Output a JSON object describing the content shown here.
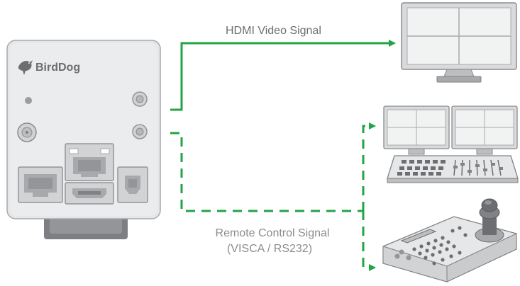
{
  "colors": {
    "signal": "#21a445",
    "device_body": "#e8e9ea",
    "device_edge": "#a7a9ac",
    "screen": "#eaebec",
    "label_gray": "#8a8c8f",
    "label_dark": "#6d6e71"
  },
  "camera": {
    "brand": "BirdDog",
    "logo_icon": "bird-logo-icon"
  },
  "signals": {
    "hdmi_label": "HDMI Video Signal",
    "remote_label_line1": "Remote Control Signal",
    "remote_label_line2": "(VISCA / RS232)"
  },
  "destinations": [
    {
      "name": "monitor-icon"
    },
    {
      "name": "dual-monitor-workstation-icon"
    },
    {
      "name": "ptz-joystick-controller-icon"
    }
  ]
}
